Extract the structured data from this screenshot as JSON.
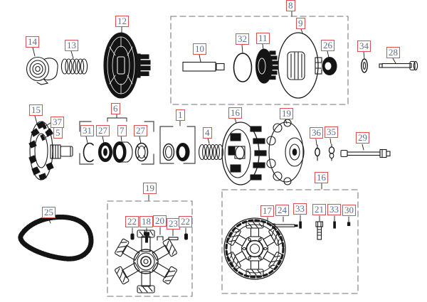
{
  "diagram": {
    "type": "exploded-parts-diagram",
    "colors": {
      "background": "#ffffff",
      "callout_border": "#e04f4f",
      "callout_text": "#5d6f8e",
      "line_art": "#1a1a1a",
      "group_box": "#8a8f98"
    },
    "callouts": {
      "n1": "1",
      "n4": "4",
      "n5": "5",
      "n6": "6",
      "n7": "7",
      "n8": "8",
      "n9": "9",
      "n10": "10",
      "n11": "11",
      "n12": "12",
      "n13": "13",
      "n14": "14",
      "n15": "15",
      "n16": "16",
      "n17": "17",
      "n18": "18",
      "n19": "19",
      "n20": "20",
      "n21": "21",
      "n22": "22",
      "n23": "23",
      "n24": "24",
      "n25": "25",
      "n26": "26",
      "n27": "27",
      "n28": "28",
      "n29": "29",
      "n30": "30",
      "n31": "31",
      "n32": "32",
      "n33": "33",
      "n34": "34",
      "n35": "35",
      "n36": "36",
      "n37": "37"
    }
  }
}
